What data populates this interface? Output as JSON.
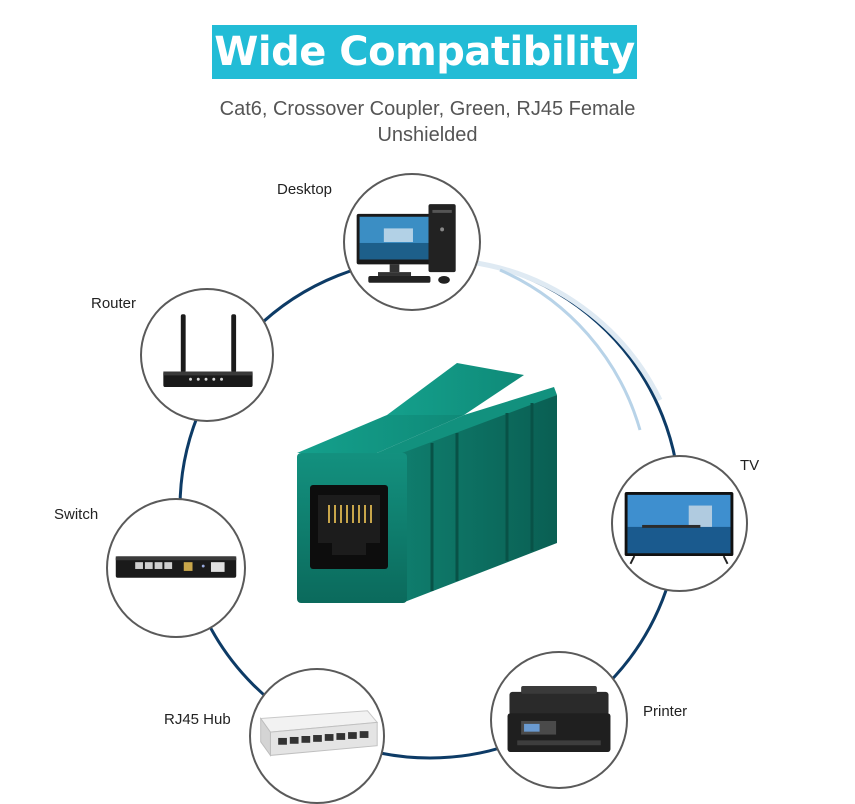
{
  "header": {
    "title": "Wide Compatibility",
    "subtitle_line1": "Cat6, Crossover Coupler, Green, RJ45 Female",
    "subtitle_line2": "Unshielded"
  },
  "devices": {
    "desktop": {
      "label": "Desktop"
    },
    "router": {
      "label": "Router"
    },
    "switch": {
      "label": "Switch"
    },
    "hub": {
      "label": "RJ45 Hub"
    },
    "printer": {
      "label": "Printer"
    },
    "tv": {
      "label": "TV"
    }
  },
  "colors": {
    "banner": "#22bcd6",
    "ring": "#0d3b66",
    "coupler": "#0e7c6c"
  }
}
